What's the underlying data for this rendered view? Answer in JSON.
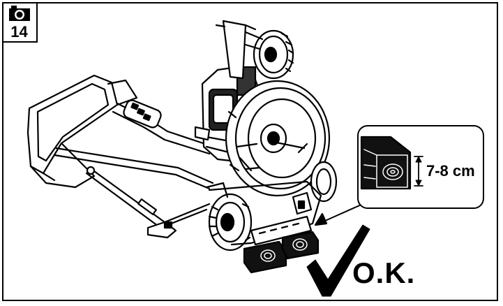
{
  "badge": {
    "icon": "camera-icon",
    "figure_number": "14"
  },
  "callout": {
    "dimension_label": "7-8 cm"
  },
  "result": {
    "label": "O.K.",
    "icon": "checkmark-icon"
  }
}
